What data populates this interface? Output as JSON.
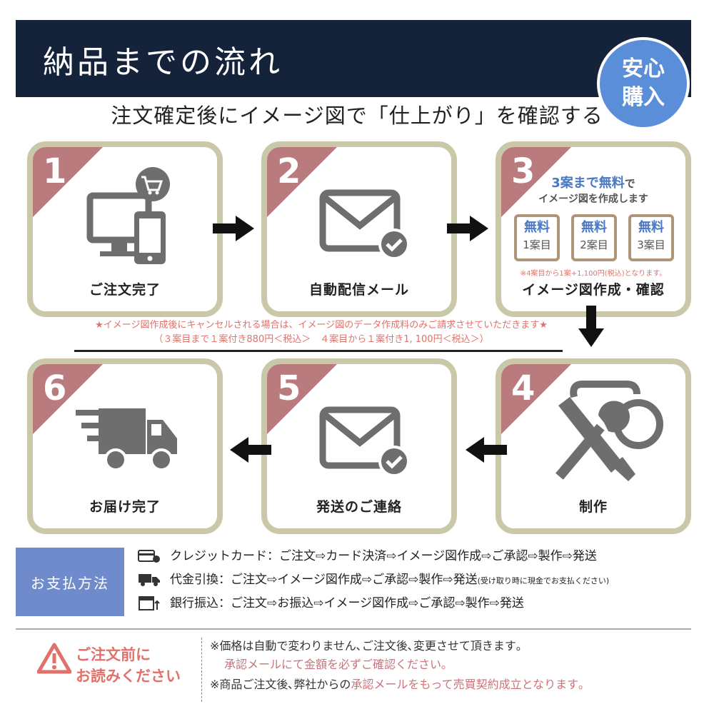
{
  "header": {
    "title": "納品までの流れ",
    "badge_line1": "安心",
    "badge_line2": "購入"
  },
  "subtitle": "注文確定後にイメージ図で「仕上がり」を確認する",
  "steps": [
    {
      "num": "1",
      "label": "ご注文完了",
      "icon": "computer-phone-cart-icon"
    },
    {
      "num": "2",
      "label": "自動配信メール",
      "icon": "mail-check-icon"
    },
    {
      "num": "3",
      "label": "イメージ図作成・確認",
      "icon": "free-drafts"
    },
    {
      "num": "4",
      "label": "制作",
      "icon": "wrench-screwdriver-icon"
    },
    {
      "num": "5",
      "label": "発送のご連絡",
      "icon": "mail-check-icon"
    },
    {
      "num": "6",
      "label": "お届け完了",
      "icon": "truck-icon"
    }
  ],
  "step3": {
    "title_a": "3案まで無料",
    "title_b": "で",
    "subtitle": "イメージ図を作成します",
    "boxes": [
      {
        "top": "無料",
        "bottom": "1案目"
      },
      {
        "top": "無料",
        "bottom": "2案目"
      },
      {
        "top": "無料",
        "bottom": "3案目"
      }
    ],
    "note": "※4案目から1案+1,100円(税込)となります。"
  },
  "notice": {
    "line1": "★イメージ図作成後にキャンセルされる場合は、イメージ図のデータ作成料のみご請求させていただきます★",
    "line2": "（３案目まで１案付き880円＜税込＞　４案目から１案付き1, 100円＜税込＞）"
  },
  "payment": {
    "label": "お支払方法",
    "rows": [
      {
        "icon": "credit-card-icon",
        "text": "クレジットカード：ご注文⇨カード決済⇨イメージ図作成⇨ご承認⇨製作⇨発送",
        "small": ""
      },
      {
        "icon": "delivery-truck-icon",
        "text": "代金引換：ご注文⇨イメージ図作成⇨ご承認⇨製作⇨発送",
        "small": "(受け取り時に現金でお支払ください)"
      },
      {
        "icon": "bank-transfer-icon",
        "text": "銀行振込：ご注文⇨お振込⇨イメージ図作成⇨ご承認⇨製作⇨発送",
        "small": ""
      }
    ]
  },
  "warning": {
    "line1": "ご注文前に",
    "line2": "お読みください",
    "notes": [
      {
        "a": "※価格は自動で変わりません､ご注文後､変更させて頂きます｡",
        "b": ""
      },
      {
        "a": "",
        "b": "承認メールにて金額を必ずご確認ください｡"
      },
      {
        "a": "※商品ご注文後､弊社からの",
        "b": "承認メールをもって売買契約成立となります｡"
      }
    ]
  },
  "colors": {
    "header": "#14233a",
    "badge": "#5b8ed9",
    "step_border": "#c9c8a8",
    "corner": "#b97b7e",
    "pay_label": "#6f8bcc",
    "warning": "#e0726b"
  }
}
